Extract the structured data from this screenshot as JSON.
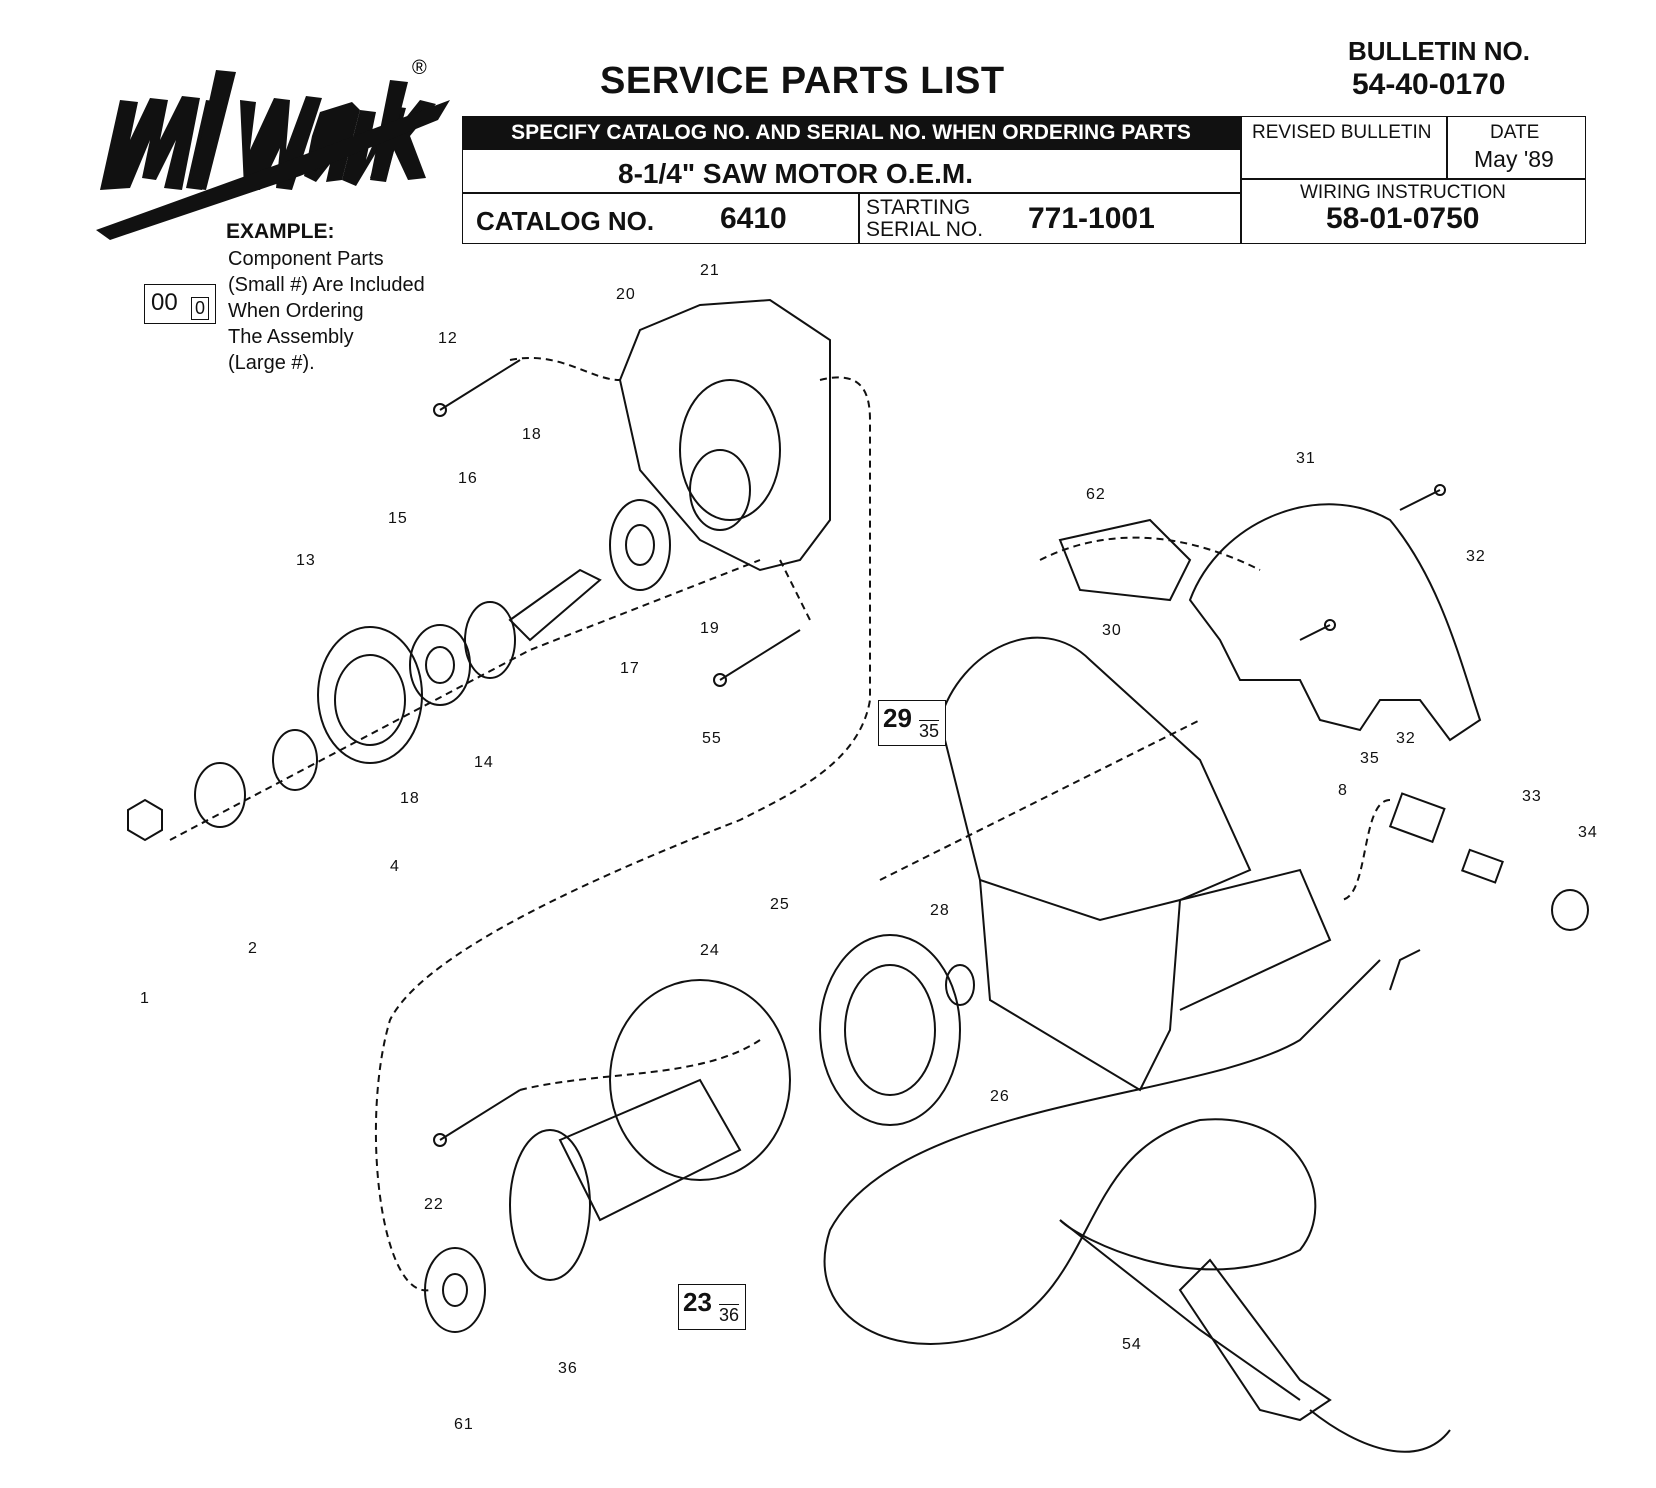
{
  "brand": {
    "name": "Milwaukee",
    "registered": "®"
  },
  "title": "SERVICE PARTS LIST",
  "bulletin": {
    "label": "BULLETIN NO.",
    "number": "54-40-0170"
  },
  "header": {
    "specify_bar": "SPECIFY CATALOG NO. AND SERIAL NO. WHEN ORDERING PARTS",
    "product": "8-1/4\"  SAW MOTOR  O.E.M.",
    "catalog_label": "CATALOG NO.",
    "catalog_no": "6410",
    "starting_label_1": "STARTING",
    "starting_label_2": "SERIAL NO.",
    "serial_no": "771-1001",
    "revised_label": "REVISED BULLETIN",
    "date_label": "DATE",
    "date_value": "May '89",
    "wiring_label": "WIRING INSTRUCTION",
    "wiring_no": "58-01-0750"
  },
  "example": {
    "label": "EXAMPLE:",
    "text": "Component Parts\n(Small #) Are Included\nWhen Ordering\nThe Assembly\n(Large #).",
    "box_big": "00",
    "box_small": "0"
  },
  "callouts": [
    "1",
    "2",
    "4",
    "12",
    "13",
    "14",
    "15",
    "16",
    "17",
    "18",
    "18",
    "19",
    "20",
    "21",
    "22",
    "24",
    "25",
    "26",
    "28",
    "30",
    "31",
    "32",
    "32",
    "33",
    "34",
    "35",
    "36",
    "54",
    "55",
    "61",
    "62",
    "8"
  ],
  "assembly_refs": [
    {
      "big": "29",
      "small": "35"
    },
    {
      "big": "23",
      "small": "36"
    }
  ]
}
